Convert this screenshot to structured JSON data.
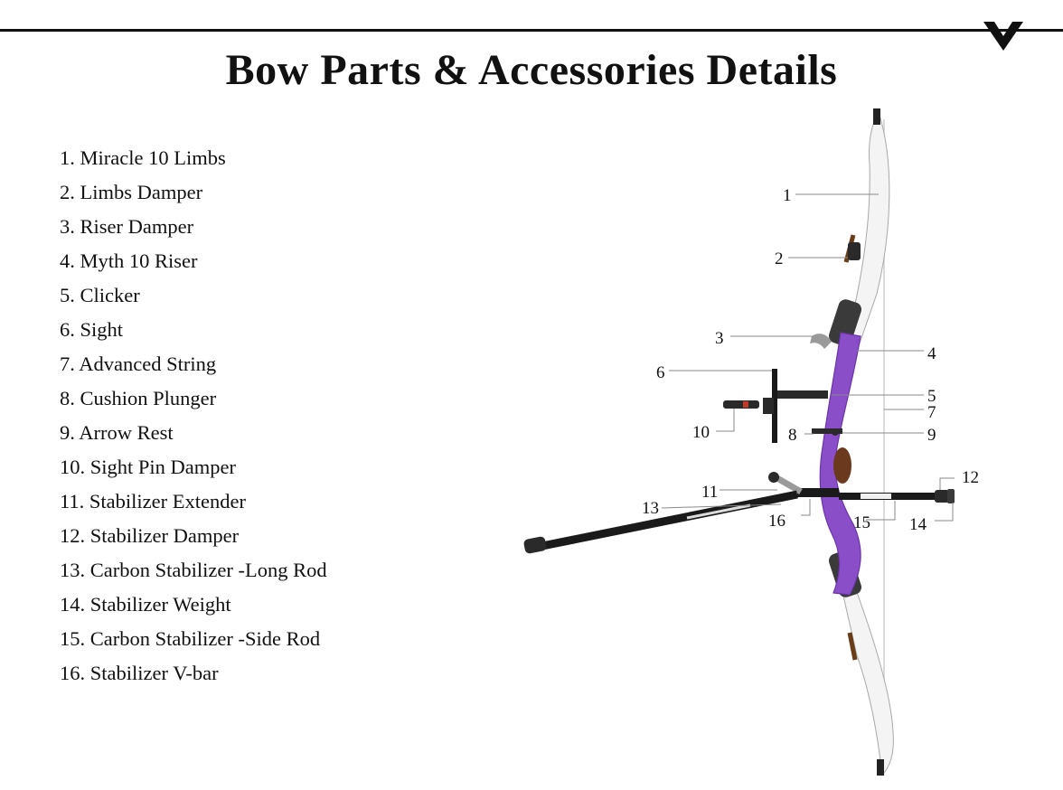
{
  "header": {
    "title": "Bow Parts & Accessories Details",
    "icon": "chevron-down-icon"
  },
  "parts": [
    {
      "number": "1.",
      "name": "Miracle 10 Limbs"
    },
    {
      "number": "2.",
      "name": "Limbs Damper"
    },
    {
      "number": "3.",
      "name": "Riser Damper"
    },
    {
      "number": "4.",
      "name": "Myth 10 Riser"
    },
    {
      "number": "5.",
      "name": "Clicker"
    },
    {
      "number": "6.",
      "name": "Sight"
    },
    {
      "number": "7.",
      "name": "Advanced String"
    },
    {
      "number": "8.",
      "name": "Cushion Plunger"
    },
    {
      "number": "9.",
      "name": "Arrow Rest"
    },
    {
      "number": "10.",
      "name": "Sight Pin Damper"
    },
    {
      "number": "11.",
      "name": "Stabilizer Extender"
    },
    {
      "number": "12.",
      "name": "Stabilizer Damper"
    },
    {
      "number": "13.",
      "name": "Carbon Stabilizer -Long Rod"
    },
    {
      "number": "14.",
      "name": "Stabilizer Weight"
    },
    {
      "number": "15.",
      "name": "Carbon Stabilizer -Side Rod"
    },
    {
      "number": "16.",
      "name": "Stabilizer V-bar"
    }
  ],
  "callouts": [
    "1",
    "2",
    "3",
    "4",
    "5",
    "6",
    "7",
    "8",
    "9",
    "10",
    "11",
    "12",
    "13",
    "14",
    "15",
    "16"
  ],
  "colors": {
    "riser": "#8a4fc8",
    "riser_dark": "#6a34a8",
    "limb": "#f4f4f4",
    "rod": "#1a1a1a",
    "accent": "#c0392b"
  }
}
